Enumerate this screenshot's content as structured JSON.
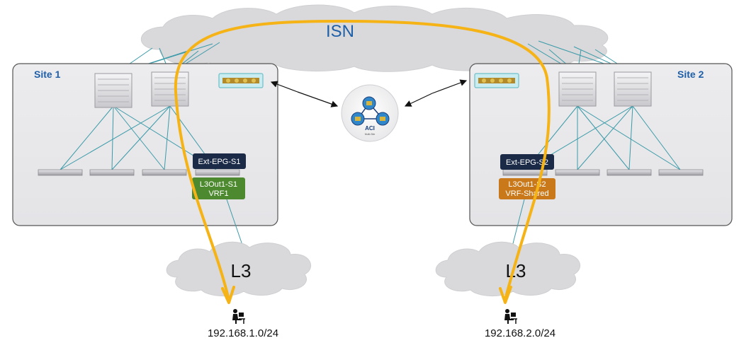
{
  "isn": {
    "label": "ISN"
  },
  "site1": {
    "title": "Site 1",
    "ext_epg": "Ext-EPG-S1",
    "l3out_line1": "L3Out1-S1",
    "l3out_line2": "VRF1",
    "cloud_label": "L3",
    "subnet": "192.168.1.0/24"
  },
  "site2": {
    "title": "Site 2",
    "ext_epg": "Ext-EPG-S2",
    "l3out_line1": "L3Out1-S2",
    "l3out_line2": "VRF-Shared",
    "cloud_label": "L3",
    "subnet": "192.168.2.0/24"
  },
  "orchestrator": {
    "label": "ACI",
    "sublabel": "Multi-Site"
  },
  "colors": {
    "path": "#f5b316",
    "site_title": "#1f5fa8",
    "ext_epg_bg": "#1b2a47",
    "l3out_s1_bg": "#4d8a2f",
    "l3out_s2_bg": "#c9791a",
    "link": "#3a9aa8",
    "cloud": "#d9d9db",
    "isn_text": "#1f5fa8"
  },
  "icons": {
    "user": "user-at-workstation-icon",
    "apic": "apic-controller-icon",
    "spine": "spine-switch-icon",
    "leaf": "leaf-switch-icon",
    "orchestrator": "multisite-orchestrator-icon"
  }
}
